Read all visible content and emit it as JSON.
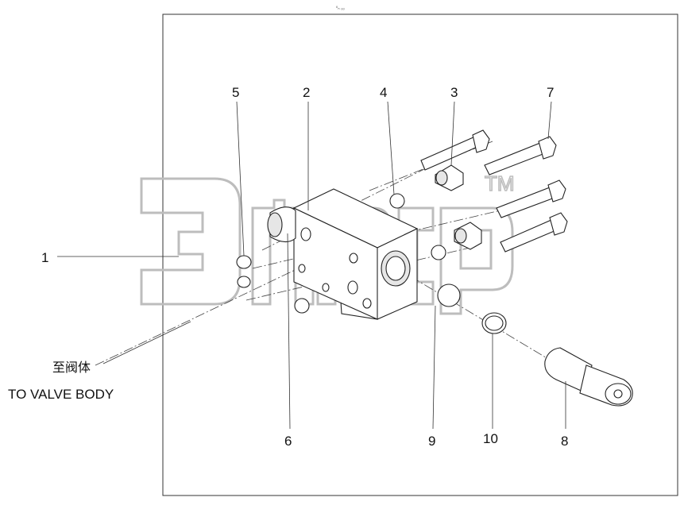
{
  "diagram": {
    "top_mark": "ºₙ ₒₒ",
    "callouts": [
      {
        "id": "1",
        "label": "1"
      },
      {
        "id": "2",
        "label": "2"
      },
      {
        "id": "3",
        "label": "3"
      },
      {
        "id": "4",
        "label": "4"
      },
      {
        "id": "5",
        "label": "5"
      },
      {
        "id": "6",
        "label": "6"
      },
      {
        "id": "7",
        "label": "7"
      },
      {
        "id": "8",
        "label": "8"
      },
      {
        "id": "9",
        "label": "9"
      },
      {
        "id": "10",
        "label": "10"
      }
    ],
    "annotation_cn": "至阀体",
    "annotation_en": "TO VALVE BODY",
    "watermark": "эмср",
    "watermark_tm": "TM"
  }
}
